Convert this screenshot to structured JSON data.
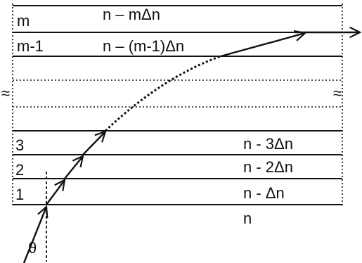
{
  "layers": {
    "top": [
      {
        "index": "m",
        "refractive_index": "n – mΔn"
      },
      {
        "index": "m-1",
        "refractive_index": "n – (m-1)Δn"
      }
    ],
    "bottom": [
      {
        "index": "3",
        "refractive_index": "n - 3Δn"
      },
      {
        "index": "2",
        "refractive_index": "n - 2Δn"
      },
      {
        "index": "1",
        "refractive_index": "n - Δn"
      }
    ],
    "base_index": "n"
  },
  "break_symbol": "≈",
  "angle_label": "θ",
  "colors": {
    "ink": "#111111"
  }
}
